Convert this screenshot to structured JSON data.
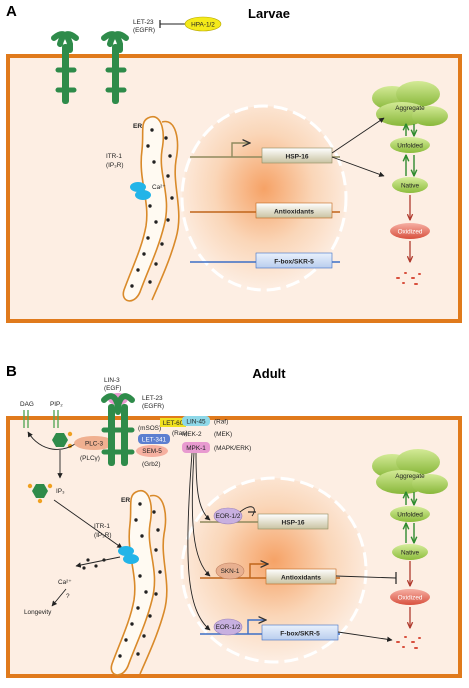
{
  "panels": [
    {
      "letter": "A",
      "title": "Larvae",
      "receptor": {
        "name": "LET-23",
        "sub": "(EGFR)"
      },
      "inhibitor": "HPA-1/2",
      "er": {
        "label": "ER",
        "channel": "ITR-1",
        "channel_sub": "(IP₃R)",
        "ion": "Ca²⁺"
      },
      "genes": [
        "HSP-16",
        "Antioxidants",
        "F-box/SKR-5"
      ],
      "protein_states": [
        "Aggregate",
        "Unfolded",
        "Native",
        "Oxidized"
      ]
    },
    {
      "letter": "B",
      "title": "Adult",
      "ligand": {
        "name": "LIN-3",
        "sub": "(EGF)"
      },
      "receptor": {
        "name": "LET-23",
        "sub": "(EGFR)"
      },
      "lipids": {
        "dag": "DAG",
        "pip2": "PIP₂",
        "ip3": "IP₃"
      },
      "plc": {
        "name": "PLC-3",
        "sub": "(PLCγ)"
      },
      "sos": "(mSOS)",
      "let341": "LET-341",
      "sem5": {
        "name": "SEM-5",
        "sub": "(Grb2)"
      },
      "ras": {
        "name": "LET-60",
        "sub": "(Ras)"
      },
      "kinases": [
        {
          "name": "LIN-45",
          "sub": "(Raf)"
        },
        {
          "name": "MEK-2",
          "sub": "(MEK)"
        },
        {
          "name": "MPK-1",
          "sub": "(MAPK/ERK)"
        }
      ],
      "er": {
        "label": "ER",
        "channel": "ITR-1",
        "channel_sub": "(IP₃R)",
        "ion": "Ca²⁺"
      },
      "question": "?",
      "outcome": "Longevity",
      "factors": [
        "EOR-1/2",
        "SKN-1",
        "EOR-1/2"
      ],
      "genes": [
        "HSP-16",
        "Antioxidants",
        "F-box/SKR-5"
      ],
      "protein_states": [
        "Aggregate",
        "Unfolded",
        "Native",
        "Oxidized"
      ]
    }
  ],
  "colors": {
    "membrane": "#e07a1c",
    "cytoplasm": "#fdeee3",
    "receptor": "#2e8b4a",
    "er_outline": "#d98a2a",
    "nucleus_glow": "#f6b07a",
    "hsp_promoter": "#8f8a5e",
    "antiox_promoter": "#c0651a",
    "fbox_promoter": "#3d6fc6",
    "aggregate": "#a8cc5a",
    "oxidized": "#e26a5a",
    "inhibitor": "#f4ea1a",
    "ras": "#f0e020",
    "raf": "#8ed8e8",
    "mpk": "#e89ad0",
    "eor": "#c8b0e0",
    "skn": "#e8b090",
    "let341": "#5c7fd0",
    "plc": "#f0b090",
    "channel": "#22b4e8"
  }
}
